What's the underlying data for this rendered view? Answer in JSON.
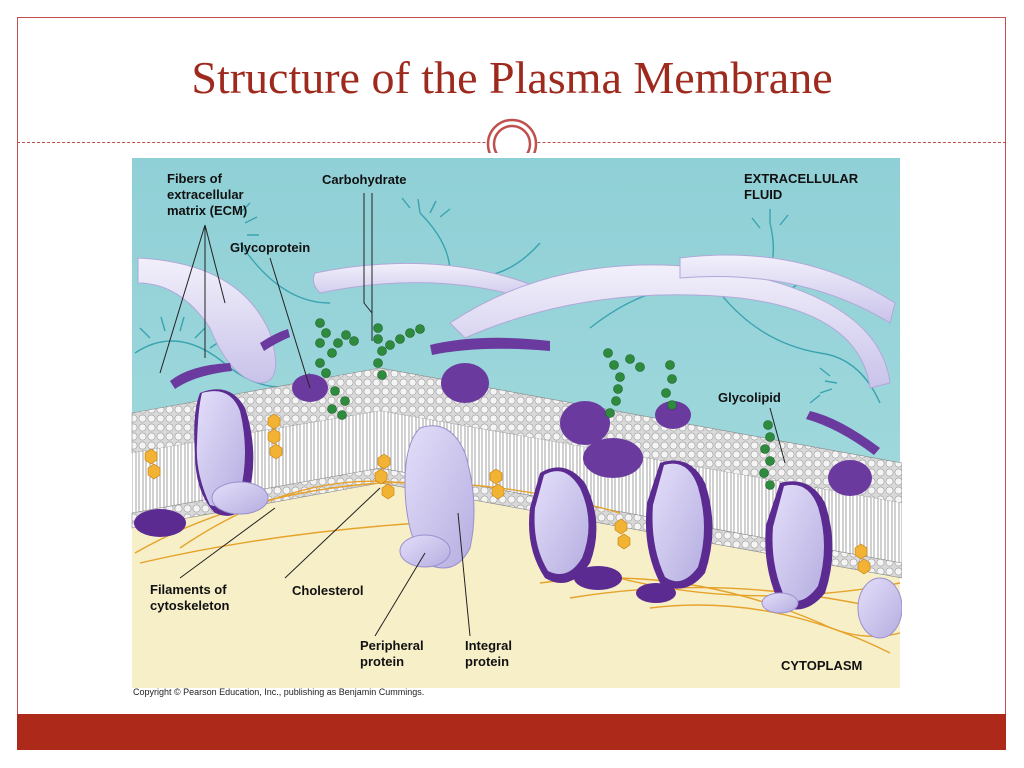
{
  "slide": {
    "title": "Structure of the Plasma Membrane",
    "colors": {
      "title": "#9e2a1e",
      "accent_bar": "#ad2a1b",
      "frame": "#c0504d"
    }
  },
  "diagram": {
    "labels": {
      "fibers_ecm": [
        "Fibers of",
        "extracellular",
        "matrix (ECM)"
      ],
      "carbohydrate": "Carbohydrate",
      "glycoprotein": "Glycoprotein",
      "extracellular_fluid": [
        "EXTRACELLULAR",
        "FLUID"
      ],
      "glycolipid": "Glycolipid",
      "filaments": [
        "Filaments of",
        "cytoskeleton"
      ],
      "cholesterol": "Cholesterol",
      "peripheral_protein": [
        "Peripheral",
        "protein"
      ],
      "integral_protein": [
        "Integral",
        "protein"
      ],
      "cytoplasm": "CYTOPLASM"
    },
    "copyright": "Copyright © Pearson Education, Inc., publishing as Benjamin Cummings."
  }
}
